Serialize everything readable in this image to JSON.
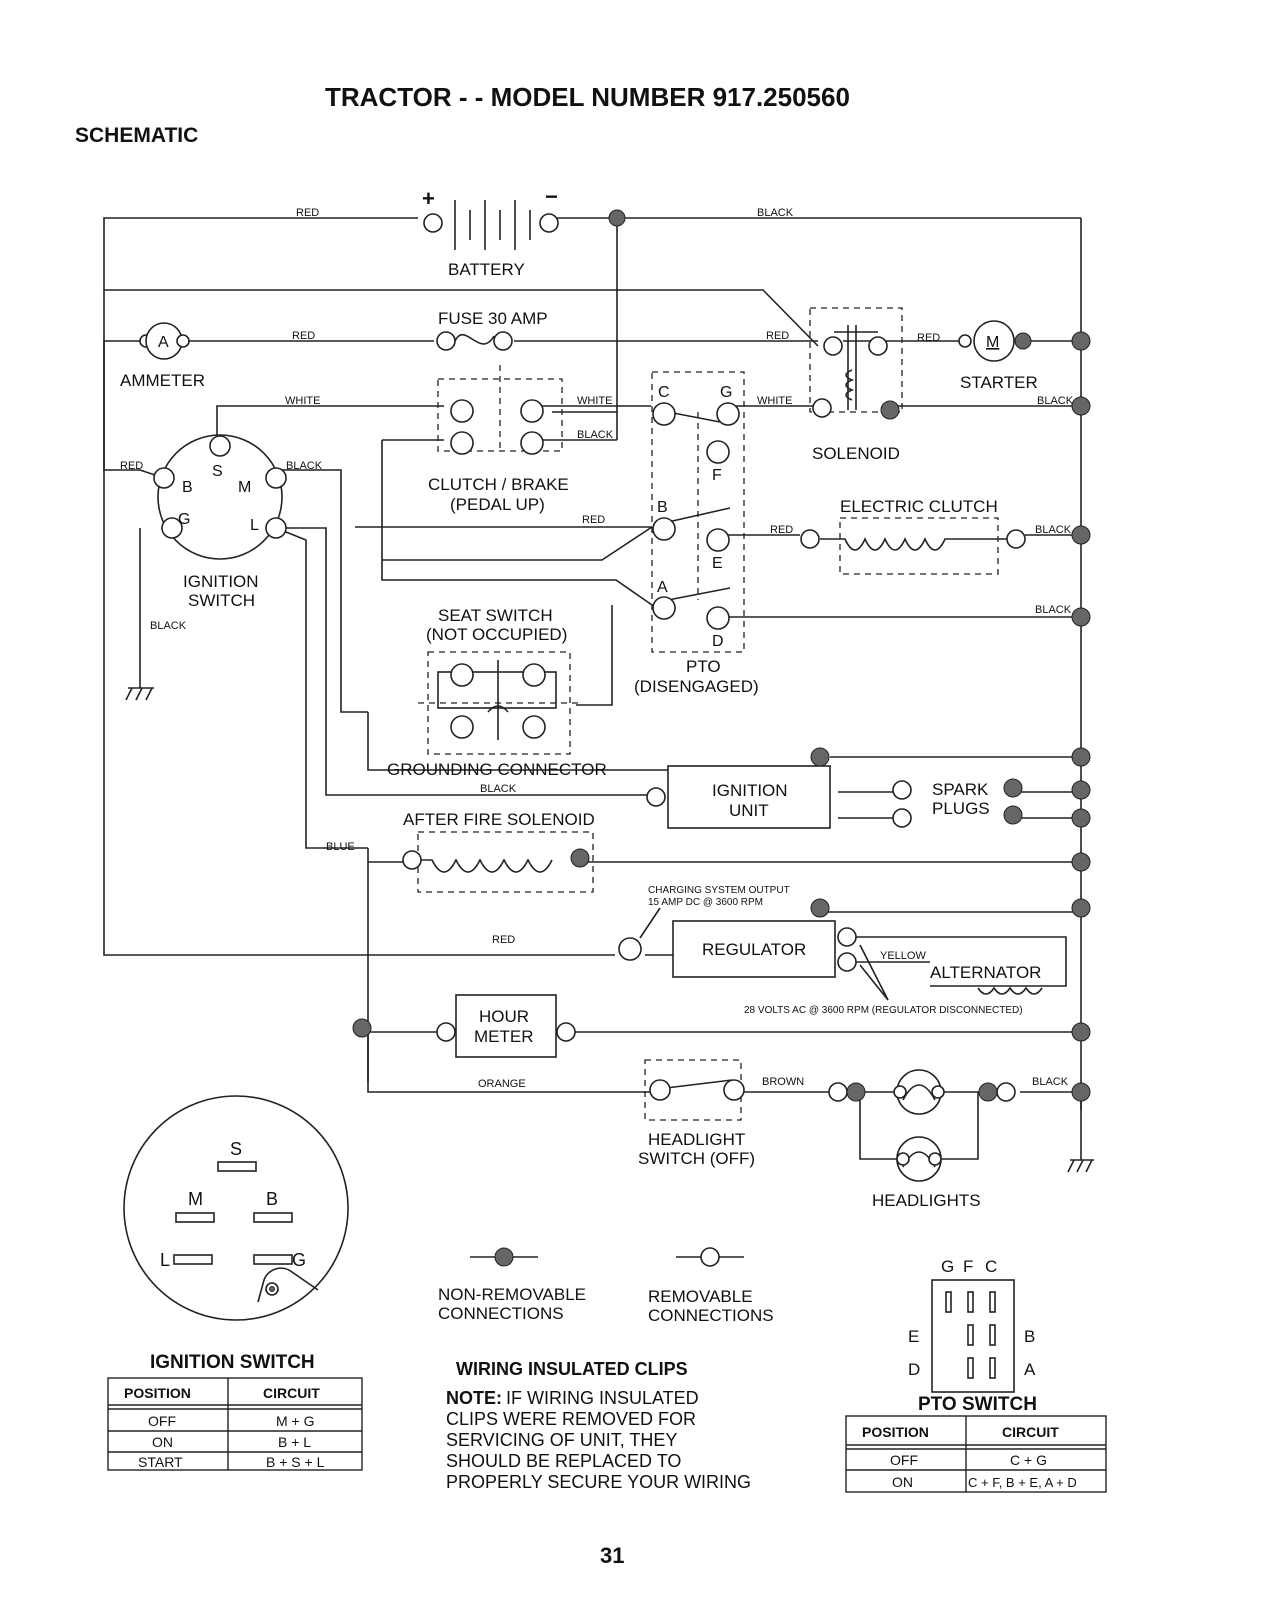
{
  "header": {
    "title": "TRACTOR - - MODEL NUMBER 917.250560",
    "subtitle": "SCHEMATIC"
  },
  "wire_labels": {
    "red": "RED",
    "black": "BLACK",
    "white": "WHITE",
    "blue": "BLUE",
    "yellow": "YELLOW",
    "brown": "BROWN",
    "orange": "ORANGE"
  },
  "components": {
    "battery": "BATTERY",
    "battery_plus": "+",
    "battery_minus": "−",
    "fuse": "FUSE 30 AMP",
    "ammeter": "AMMETER",
    "ammeter_letter": "A",
    "starter": "STARTER",
    "starter_letter": "M",
    "solenoid": "SOLENOID",
    "clutch_brake": "CLUTCH / BRAKE",
    "clutch_brake_state": "(PEDAL UP)",
    "electric_clutch": "ELECTRIC CLUTCH",
    "ignition_switch": "IGNITION",
    "ignition_switch2": "SWITCH",
    "seat_switch": "SEAT SWITCH",
    "seat_switch_state": "(NOT OCCUPIED)",
    "pto": "PTO",
    "pto_state": "(DISENGAGED)",
    "grounding_connector": "GROUNDING CONNECTOR",
    "ignition_unit": "IGNITION",
    "ignition_unit2": "UNIT",
    "spark": "SPARK",
    "plugs": "PLUGS",
    "after_fire": "AFTER FIRE SOLENOID",
    "charging_output": "CHARGING SYSTEM OUTPUT",
    "charging_output2": "15 AMP DC @ 3600 RPM",
    "regulator": "REGULATOR",
    "alternator": "ALTERNATOR",
    "alternator_note": "28 VOLTS AC @ 3600 RPM (REGULATOR DISCONNECTED)",
    "hour": "HOUR",
    "meter": "METER",
    "headlight_switch": "HEADLIGHT",
    "headlight_switch_state": "SWITCH (OFF)",
    "headlights": "HEADLIGHTS"
  },
  "terminals": {
    "ign_s": "S",
    "ign_b": "B",
    "ign_m": "M",
    "ign_g": "G",
    "ign_l": "L",
    "pto_c": "C",
    "pto_g": "G",
    "pto_f": "F",
    "pto_b": "B",
    "pto_e": "E",
    "pto_a": "A",
    "pto_d": "D"
  },
  "legend": {
    "non_removable": "NON-REMOVABLE",
    "non_removable2": "CONNECTIONS",
    "removable": "REMOVABLE",
    "removable2": "CONNECTIONS"
  },
  "ignition_table": {
    "title": "IGNITION SWITCH",
    "headers": [
      "POSITION",
      "CIRCUIT"
    ],
    "rows": [
      [
        "OFF",
        "M + G"
      ],
      [
        "ON",
        "B + L"
      ],
      [
        "START",
        "B + S + L"
      ]
    ]
  },
  "ignition_face": {
    "s": "S",
    "m": "M",
    "b": "B",
    "l": "L",
    "g": "G"
  },
  "note": {
    "title": "WIRING INSULATED CLIPS",
    "label": "NOTE:",
    "lines": [
      "IF WIRING INSULATED",
      "CLIPS WERE REMOVED FOR",
      "SERVICING OF UNIT, THEY",
      "SHOULD BE REPLACED TO",
      "PROPERLY SECURE YOUR WIRING"
    ]
  },
  "pto_face": {
    "g": "G",
    "f": "F",
    "c": "C",
    "e": "E",
    "b": "B",
    "d": "D",
    "a": "A"
  },
  "pto_table": {
    "title": "PTO SWITCH",
    "headers": [
      "POSITION",
      "CIRCUIT"
    ],
    "rows": [
      [
        "OFF",
        "C + G"
      ],
      [
        "ON",
        "C + F, B + E, A + D"
      ]
    ]
  },
  "page_number": "31"
}
